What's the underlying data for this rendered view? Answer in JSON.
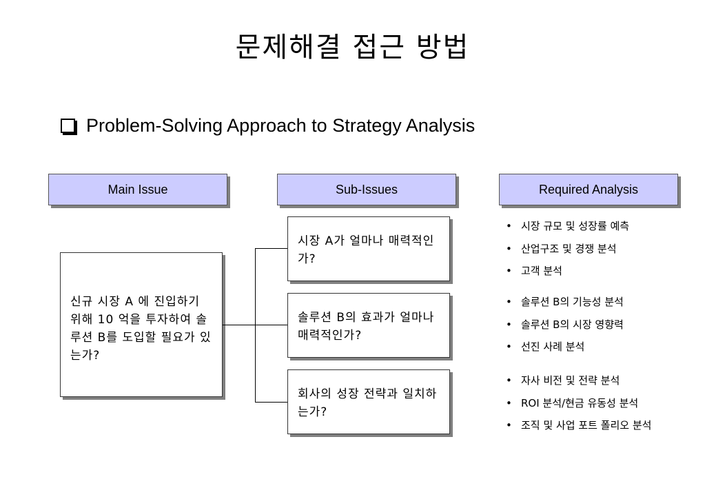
{
  "title": "문제해결 접근 방법",
  "subtitle": "Problem-Solving Approach to Strategy Analysis",
  "headers": {
    "main_issue": "Main Issue",
    "sub_issues": "Sub-Issues",
    "required_analysis": "Required Analysis"
  },
  "main_issue_text": "신규 시장 A 에 진입하기 위해 10 억을 투자하여 솔루션 B를 도입할 필요가 있는가?",
  "sub_issues": [
    "시장 A가 얼마나 매력적인가?",
    "솔루션 B의 효과가 얼마나 매력적인가?",
    "회사의 성장 전략과 일치하는가?"
  ],
  "analysis_groups": [
    [
      "시장 규모 및 성장률 예측",
      "산업구조 및 경쟁 분석",
      "고객 분석"
    ],
    [
      "솔루션 B의 기능성 분석",
      "솔루션 B의 시장 영향력",
      "선진 사례 분석"
    ],
    [
      "자사 비전 및 전략 분석",
      "ROI 분석/현금 유동성 분석",
      "조직 및 사업 포트 폴리오 분석"
    ]
  ],
  "bullet_glyph": "•"
}
